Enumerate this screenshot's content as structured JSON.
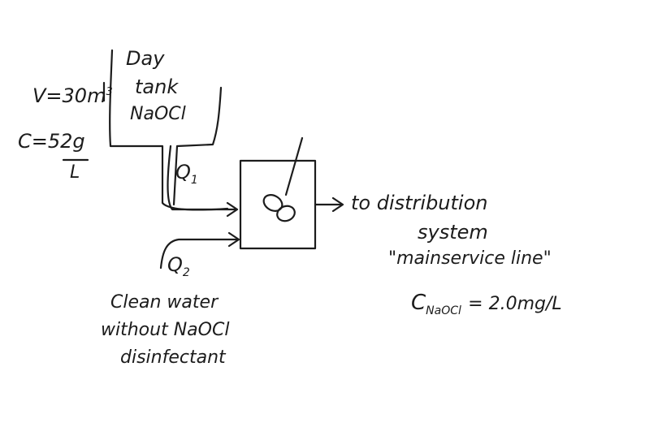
{
  "tank": {
    "line1": "Day",
    "line2": "tank",
    "line3": "NaOCl"
  },
  "volume": {
    "prefix": "V=30m",
    "exponent": "3"
  },
  "concentration": {
    "prefix": "C=52g",
    "unit_denominator": "L"
  },
  "flow_q1": {
    "symbol": "Q",
    "subscript": "1"
  },
  "flow_q2": {
    "symbol": "Q",
    "subscript": "2"
  },
  "clean_water": {
    "line1": "Clean water",
    "line2": "without NaOCl",
    "line3": "disinfectant"
  },
  "distribution": {
    "line1": "to distribution",
    "line2": "system",
    "line3": "\"mainservice line\""
  },
  "target": {
    "symbol": "C",
    "subscript": "NaOCl",
    "value": "= 2.0mg/L"
  },
  "ink_color": "#1c1c1c"
}
